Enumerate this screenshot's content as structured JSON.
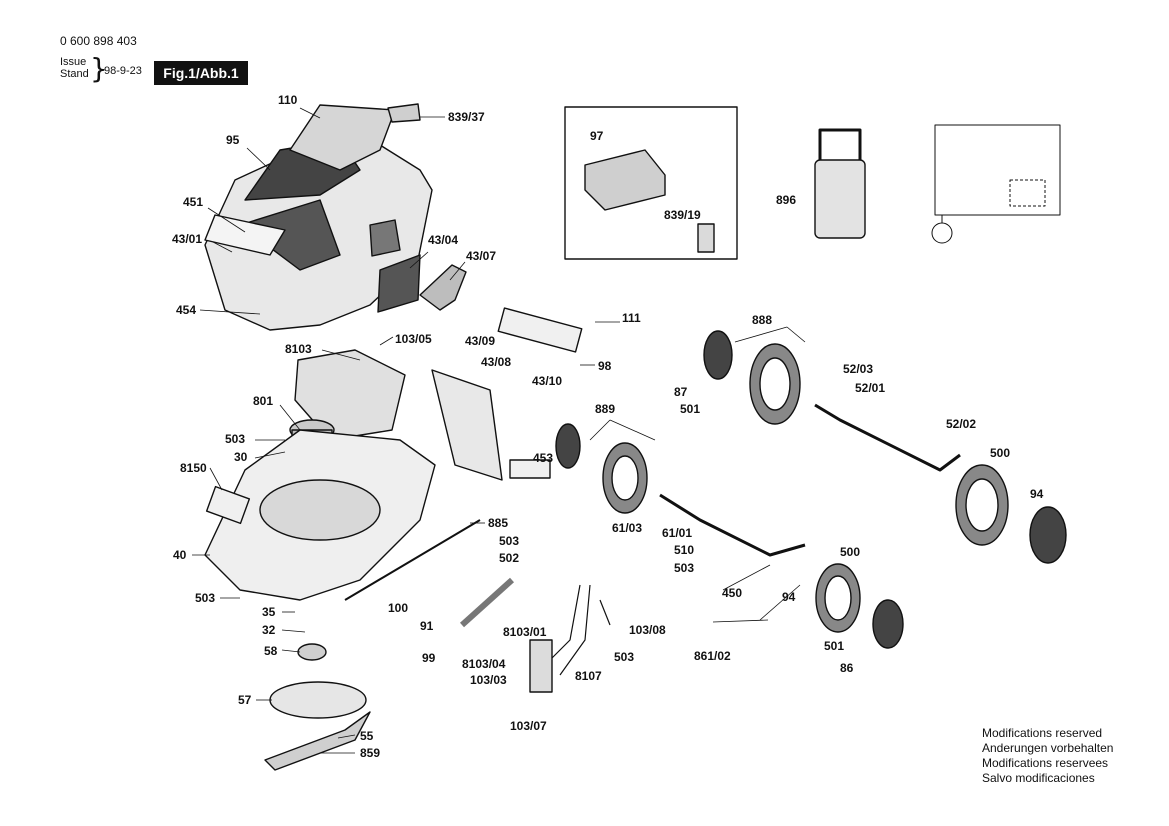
{
  "header": {
    "part_number": "0 600 898 403",
    "issue_label": "Issue",
    "stand_label": "Stand",
    "issue_date": "98-9-23",
    "figure_label": "Fig.1/Abb.1"
  },
  "footer": {
    "notes": [
      "Modifications reserved",
      "Anderungen vorbehalten",
      "Modifications reservees",
      "Salvo modificaciones"
    ]
  },
  "callouts": [
    "110",
    "95",
    "451",
    "43/01",
    "454",
    "839/37",
    "43/04",
    "43/07",
    "111",
    "98",
    "103/05",
    "8103",
    "43/09",
    "43/08",
    "43/10",
    "453",
    "801",
    "503",
    "30",
    "8150",
    "40",
    "885",
    "503",
    "502",
    "503",
    "35",
    "32",
    "100",
    "91",
    "99",
    "58",
    "57",
    "55",
    "859",
    "97",
    "839/19",
    "896",
    "888",
    "87",
    "501",
    "52/03",
    "52/01",
    "889",
    "52/02",
    "500",
    "94",
    "61/03",
    "61/01",
    "510",
    "503",
    "500",
    "450",
    "94",
    "8103/01",
    "103/08",
    "503",
    "8103/04",
    "103/03",
    "8107",
    "103/07",
    "861/02",
    "501",
    "86"
  ]
}
